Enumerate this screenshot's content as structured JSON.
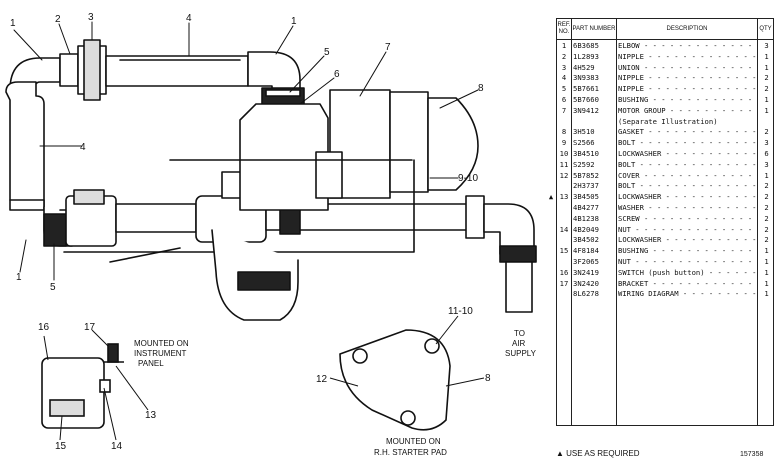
{
  "callouts": {
    "c1a": "1",
    "c2": "2",
    "c3": "3",
    "c4a": "4",
    "c1b": "1",
    "c5a": "5",
    "c6": "6",
    "c7": "7",
    "c8a": "8",
    "c4b": "4",
    "c910": "9-10",
    "c1c": "1",
    "c5b": "5",
    "c16": "16",
    "c17": "17",
    "c13": "13",
    "c15": "15",
    "c14": "14",
    "c1110": "11-10",
    "c12": "12",
    "c8b": "8"
  },
  "captions": {
    "instrument": [
      "MOUNTED ON",
      "INSTRUMENT",
      "PANEL"
    ],
    "air": [
      "TO",
      "AIR",
      "SUPPLY"
    ],
    "starter": [
      "MOUNTED ON",
      "R.H. STARTER PAD"
    ]
  },
  "table": {
    "headers": {
      "ref": "REF. NO.",
      "part": "PART NUMBER",
      "desc": "DESCRIPTION",
      "qty": "QTY"
    },
    "rows": [
      {
        "ref": "1",
        "part": "6B3685",
        "desc": "ELBOW",
        "qty": "3",
        "mark": ""
      },
      {
        "ref": "2",
        "part": "1L2893",
        "desc": "NIPPLE",
        "qty": "1",
        "mark": ""
      },
      {
        "ref": "3",
        "part": "4H529",
        "desc": "UNION",
        "qty": "1",
        "mark": ""
      },
      {
        "ref": "4",
        "part": "3N9383",
        "desc": "NIPPLE",
        "qty": "2",
        "mark": ""
      },
      {
        "ref": "5",
        "part": "5B7661",
        "desc": "NIPPLE",
        "qty": "2",
        "mark": ""
      },
      {
        "ref": "6",
        "part": "5B7660",
        "desc": "BUSHING",
        "qty": "1",
        "mark": ""
      },
      {
        "ref": "7",
        "part": "3N9412",
        "desc": "MOTOR GROUP",
        "qty": "1",
        "mark": ""
      },
      {
        "ref": "",
        "part": "",
        "desc": "(Separate Illustration)",
        "qty": "",
        "mark": ""
      },
      {
        "ref": "8",
        "part": "3H510",
        "desc": "GASKET",
        "qty": "2",
        "mark": ""
      },
      {
        "ref": "9",
        "part": "S2566",
        "desc": "BOLT",
        "qty": "3",
        "mark": ""
      },
      {
        "ref": "10",
        "part": "3B4510",
        "desc": "LOCKWASHER",
        "qty": "6",
        "mark": ""
      },
      {
        "ref": "11",
        "part": "S2592",
        "desc": "BOLT",
        "qty": "3",
        "mark": ""
      },
      {
        "ref": "12",
        "part": "5B7852",
        "desc": "COVER",
        "qty": "1",
        "mark": ""
      },
      {
        "ref": "",
        "part": "2H3737",
        "desc": "BOLT",
        "qty": "2",
        "mark": ""
      },
      {
        "ref": "13",
        "part": "3B4505",
        "desc": "LOCKWASHER",
        "qty": "2",
        "mark": "▲"
      },
      {
        "ref": "",
        "part": "4B4277",
        "desc": "WASHER",
        "qty": "2",
        "mark": ""
      },
      {
        "ref": "",
        "part": "4B1238",
        "desc": "SCREW",
        "qty": "2",
        "mark": ""
      },
      {
        "ref": "14",
        "part": "4B2049",
        "desc": "NUT",
        "qty": "2",
        "mark": ""
      },
      {
        "ref": "",
        "part": "3B4502",
        "desc": "LOCKWASHER",
        "qty": "2",
        "mark": ""
      },
      {
        "ref": "15",
        "part": "4F8184",
        "desc": "BUSHING",
        "qty": "1",
        "mark": ""
      },
      {
        "ref": "",
        "part": "3F2065",
        "desc": "NUT",
        "qty": "1",
        "mark": ""
      },
      {
        "ref": "16",
        "part": "3N2419",
        "desc": "SWITCH (push button)",
        "qty": "1",
        "mark": ""
      },
      {
        "ref": "17",
        "part": "3N2420",
        "desc": "BRACKET",
        "qty": "1",
        "mark": ""
      },
      {
        "ref": "",
        "part": "8L6278",
        "desc": "WIRING DIAGRAM",
        "qty": "1",
        "mark": ""
      }
    ]
  },
  "footnote": "▲ USE AS REQUIRED",
  "figure_number": "157358"
}
